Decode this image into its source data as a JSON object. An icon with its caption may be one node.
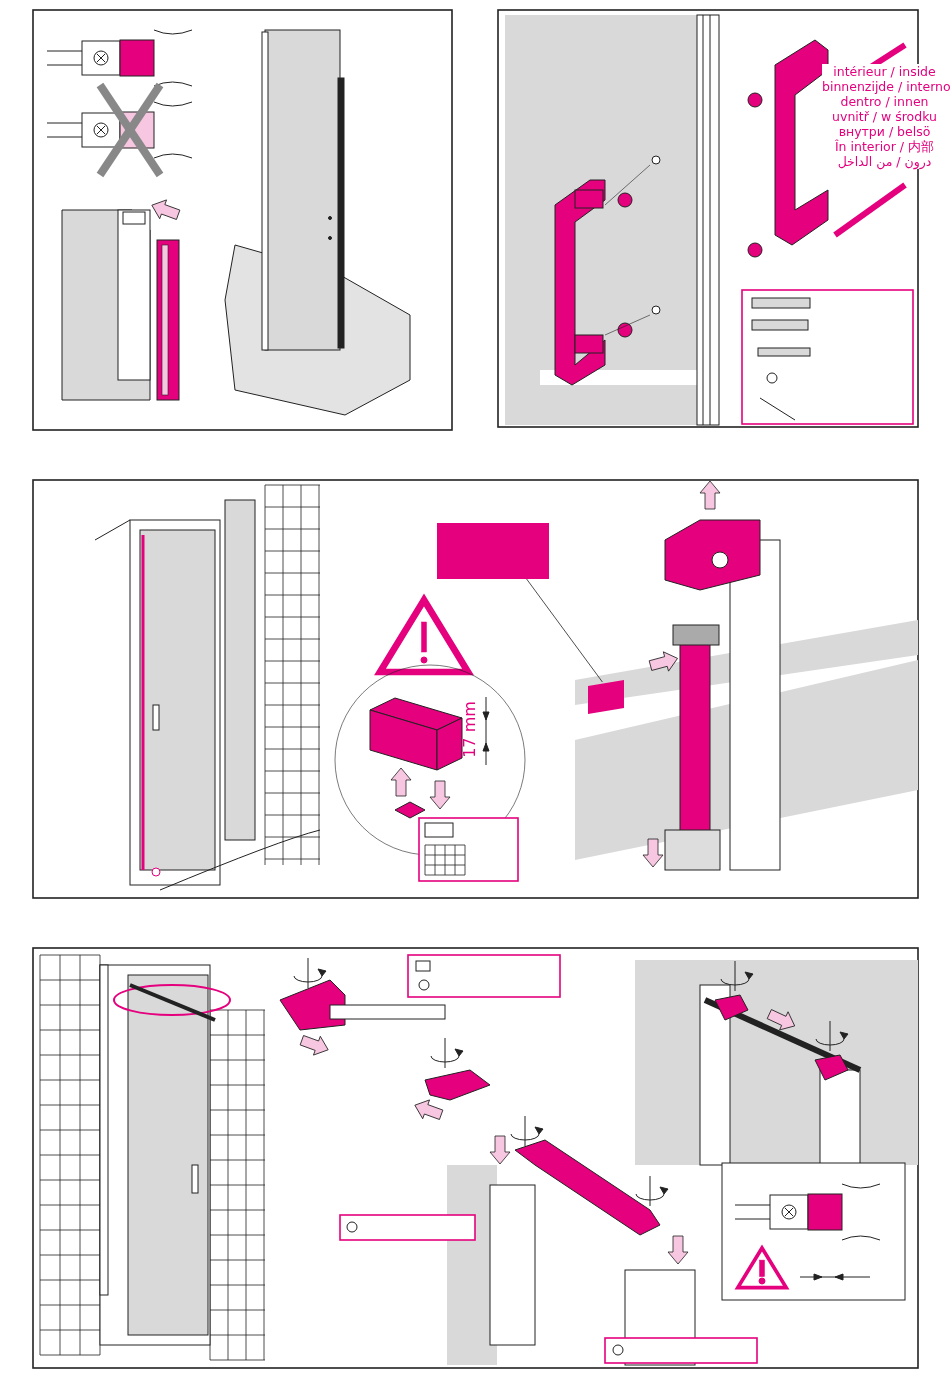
{
  "diagram": {
    "nodes": [
      {
        "text": [],
        "shape": "box"
      },
      {
        "text": [],
        "shape": "box"
      }
    ],
    "edges": [
      {
        "from": 0,
        "to": 1,
        "arrow": "none"
      }
    ],
    "labels": [
      "intérieur / inside",
      "binnenzijde / interno",
      "dentro / innen",
      "uvnitř / w środku",
      "внутри / belsö",
      "În interior / 内部",
      "درون / من الداخل",
      "17 mm"
    ]
  }
}
